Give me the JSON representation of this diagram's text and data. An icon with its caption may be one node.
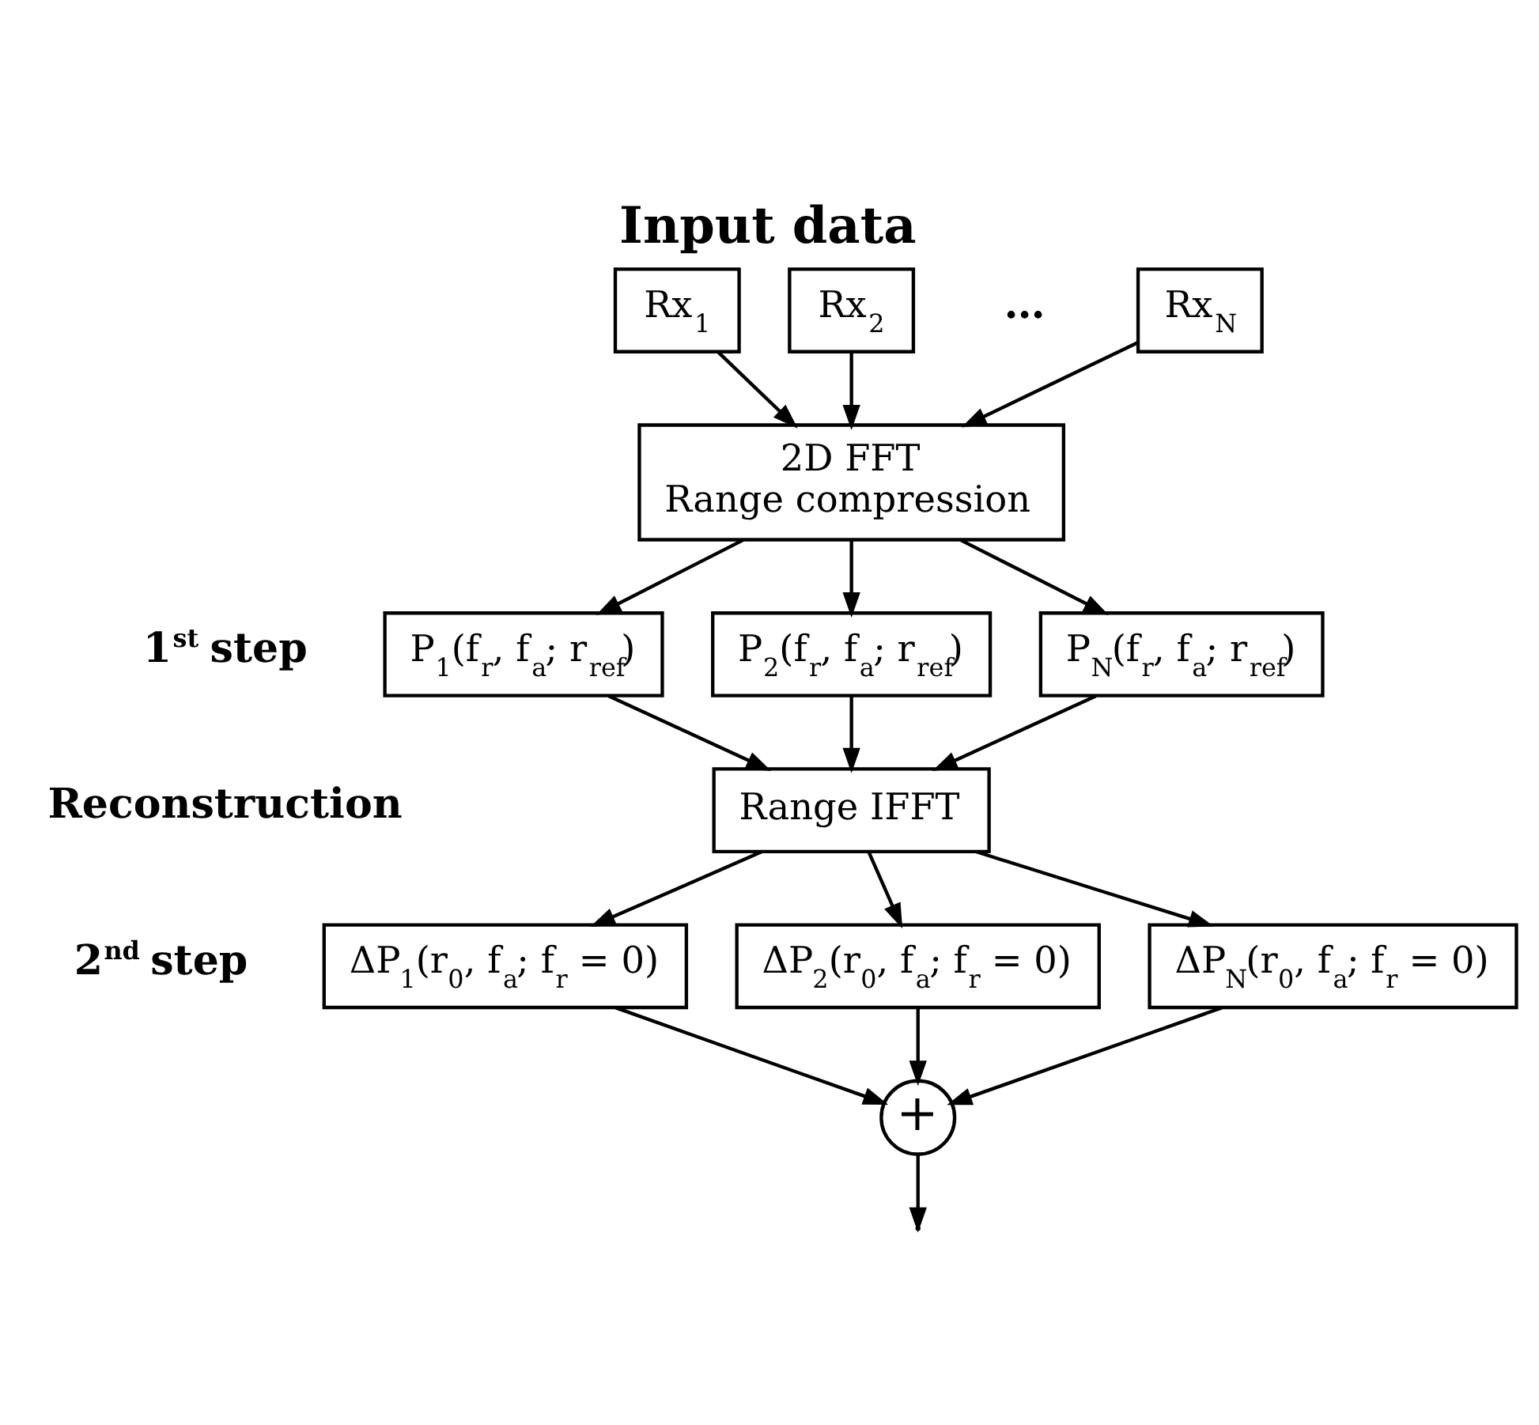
{
  "diagram": {
    "title": "Input data",
    "nodes": [
      {
        "text": [
          "Rx$_{1}$"
        ]
      },
      {
        "text": [
          "Rx$_{2}$"
        ]
      },
      {
        "text": [
          "Rx$_{N}$"
        ]
      },
      {
        "text": [
          "2D FFT",
          "Range compression"
        ]
      },
      {
        "text": [
          "P$_{1}$(f$_{r}$, f$_{a}$; r$_{ref}$)"
        ]
      },
      {
        "text": [
          "P$_{2}$(f$_{r}$, f$_{a}$; r$_{ref}$)"
        ]
      },
      {
        "text": [
          "P$_{N}$(f$_{r}$, f$_{a}$; r$_{ref}$)"
        ]
      },
      {
        "text": [
          "Range IFFT"
        ]
      },
      {
        "text": [
          "ΔP$_{1}$(r$_{0}$, f$_{a}$; f$_{r}$ = 0)"
        ]
      },
      {
        "text": [
          "ΔP$_{2}$(r$_{0}$, f$_{a}$; f$_{r}$ = 0)"
        ]
      },
      {
        "text": [
          "ΔP$_{N}$(r$_{0}$, f$_{a}$; f$_{r}$ = 0)"
        ]
      },
      {
        "text": [
          "+"
        ]
      }
    ],
    "edges": [
      {
        "from": 0,
        "to": 3,
        "arrow": "to"
      },
      {
        "from": 1,
        "to": 3,
        "arrow": "to"
      },
      {
        "from": 2,
        "to": 3,
        "arrow": "to"
      },
      {
        "from": 3,
        "to": 4,
        "arrow": "to"
      },
      {
        "from": 3,
        "to": 5,
        "arrow": "to"
      },
      {
        "from": 3,
        "to": 6,
        "arrow": "to"
      },
      {
        "from": 4,
        "to": 7,
        "arrow": "to"
      },
      {
        "from": 5,
        "to": 7,
        "arrow": "to"
      },
      {
        "from": 6,
        "to": 7,
        "arrow": "to"
      },
      {
        "from": 7,
        "to": 8,
        "arrow": "to"
      },
      {
        "from": 7,
        "to": 9,
        "arrow": "to"
      },
      {
        "from": 7,
        "to": 10,
        "arrow": "to"
      },
      {
        "from": 8,
        "to": 11,
        "arrow": "to"
      },
      {
        "from": 9,
        "to": 11,
        "arrow": "to"
      },
      {
        "from": 10,
        "to": 11,
        "arrow": "to"
      },
      {
        "from": 11,
        "to": null,
        "arrow": "to"
      }
    ],
    "labels": [
      "…",
      "1$^{st}$ step",
      "Reconstruction",
      "2$^{nd}$ step"
    ]
  }
}
